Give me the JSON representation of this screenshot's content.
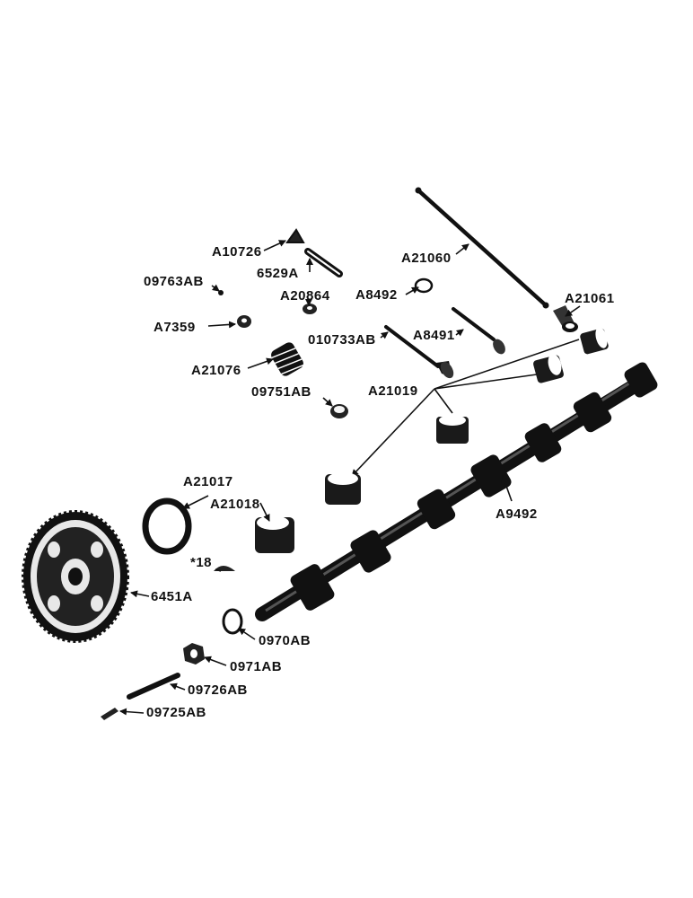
{
  "parts": [
    {
      "id": "A10726",
      "label": "A10726",
      "name": "valve-key"
    },
    {
      "id": "6529A",
      "label": "6529A",
      "name": "tappet-pin"
    },
    {
      "id": "09763AB",
      "label": "09763AB",
      "name": "small-pin"
    },
    {
      "id": "A20864",
      "label": "A20864",
      "name": "valve-spring-retainer"
    },
    {
      "id": "A7359",
      "label": "A7359",
      "name": "spring-seat"
    },
    {
      "id": "A21076",
      "label": "A21076",
      "name": "valve-spring"
    },
    {
      "id": "09751AB",
      "label": "09751AB",
      "name": "tappet-guide-bushing"
    },
    {
      "id": "A21060",
      "label": "A21060",
      "name": "push-rod"
    },
    {
      "id": "A8492",
      "label": "A8492",
      "name": "seal-ring"
    },
    {
      "id": "A21061",
      "label": "A21061",
      "name": "tappet"
    },
    {
      "id": "010733AB",
      "label": "010733AB",
      "name": "intake-valve"
    },
    {
      "id": "A8491",
      "label": "A8491",
      "name": "exhaust-valve"
    },
    {
      "id": "A21019",
      "label": "A21019",
      "name": "camshaft-bearings"
    },
    {
      "id": "A21017",
      "label": "A21017",
      "name": "thrust-washer"
    },
    {
      "id": "A21018",
      "label": "A21018",
      "name": "front-camshaft-bearing"
    },
    {
      "id": "A9492",
      "label": "A9492",
      "name": "camshaft"
    },
    {
      "id": "18",
      "label": "*18",
      "name": "woodruff-key"
    },
    {
      "id": "6451A",
      "label": "6451A",
      "name": "camshaft-gear"
    },
    {
      "id": "0970AB",
      "label": "0970AB",
      "name": "washer"
    },
    {
      "id": "0971AB",
      "label": "0971AB",
      "name": "nut"
    },
    {
      "id": "09726AB",
      "label": "09726AB",
      "name": "rod"
    },
    {
      "id": "09725AB",
      "label": "09725AB",
      "name": "cotter-pin"
    }
  ]
}
